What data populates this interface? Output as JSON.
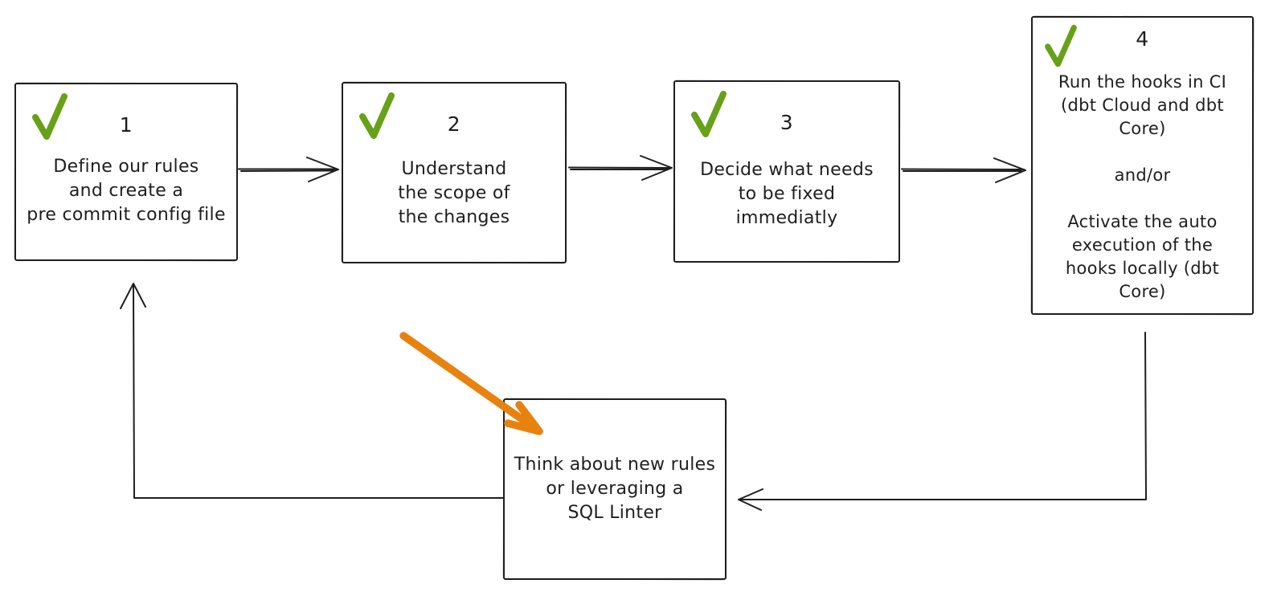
{
  "colors": {
    "ink": "#1e1e1e",
    "check_green": "#67a118",
    "highlight_orange": "#e8820e",
    "background": "#ffffff"
  },
  "steps": [
    {
      "number": "1",
      "checked": true,
      "text": "Define our rules\nand create a\npre commit config file"
    },
    {
      "number": "2",
      "checked": true,
      "text": "Understand\nthe scope of\nthe changes"
    },
    {
      "number": "3",
      "checked": true,
      "text": "Decide what needs\nto be fixed\nimmediatly"
    },
    {
      "number": "4",
      "checked": true,
      "text": "Run the hooks in CI\n(dbt Cloud and dbt\nCore)\n\nand/or\n\nActivate the auto\nexecution of the\nhooks locally (dbt\nCore)"
    }
  ],
  "loop_box": {
    "text": "Think about new rules\nor leveraging a\nSQL Linter"
  }
}
